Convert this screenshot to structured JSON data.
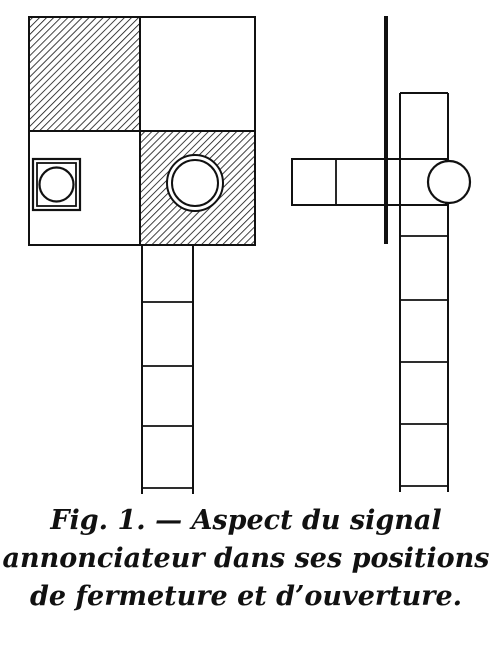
{
  "figure": {
    "ink_color": "#111111",
    "paper_color": "#ffffff",
    "hatch_pattern": "diagonal-hatching"
  },
  "caption": {
    "line1": "Fig. 1. — Aspect du signal",
    "line2": "annonciateur dans ses positions",
    "line3": "de fermeture et d’ouverture."
  }
}
